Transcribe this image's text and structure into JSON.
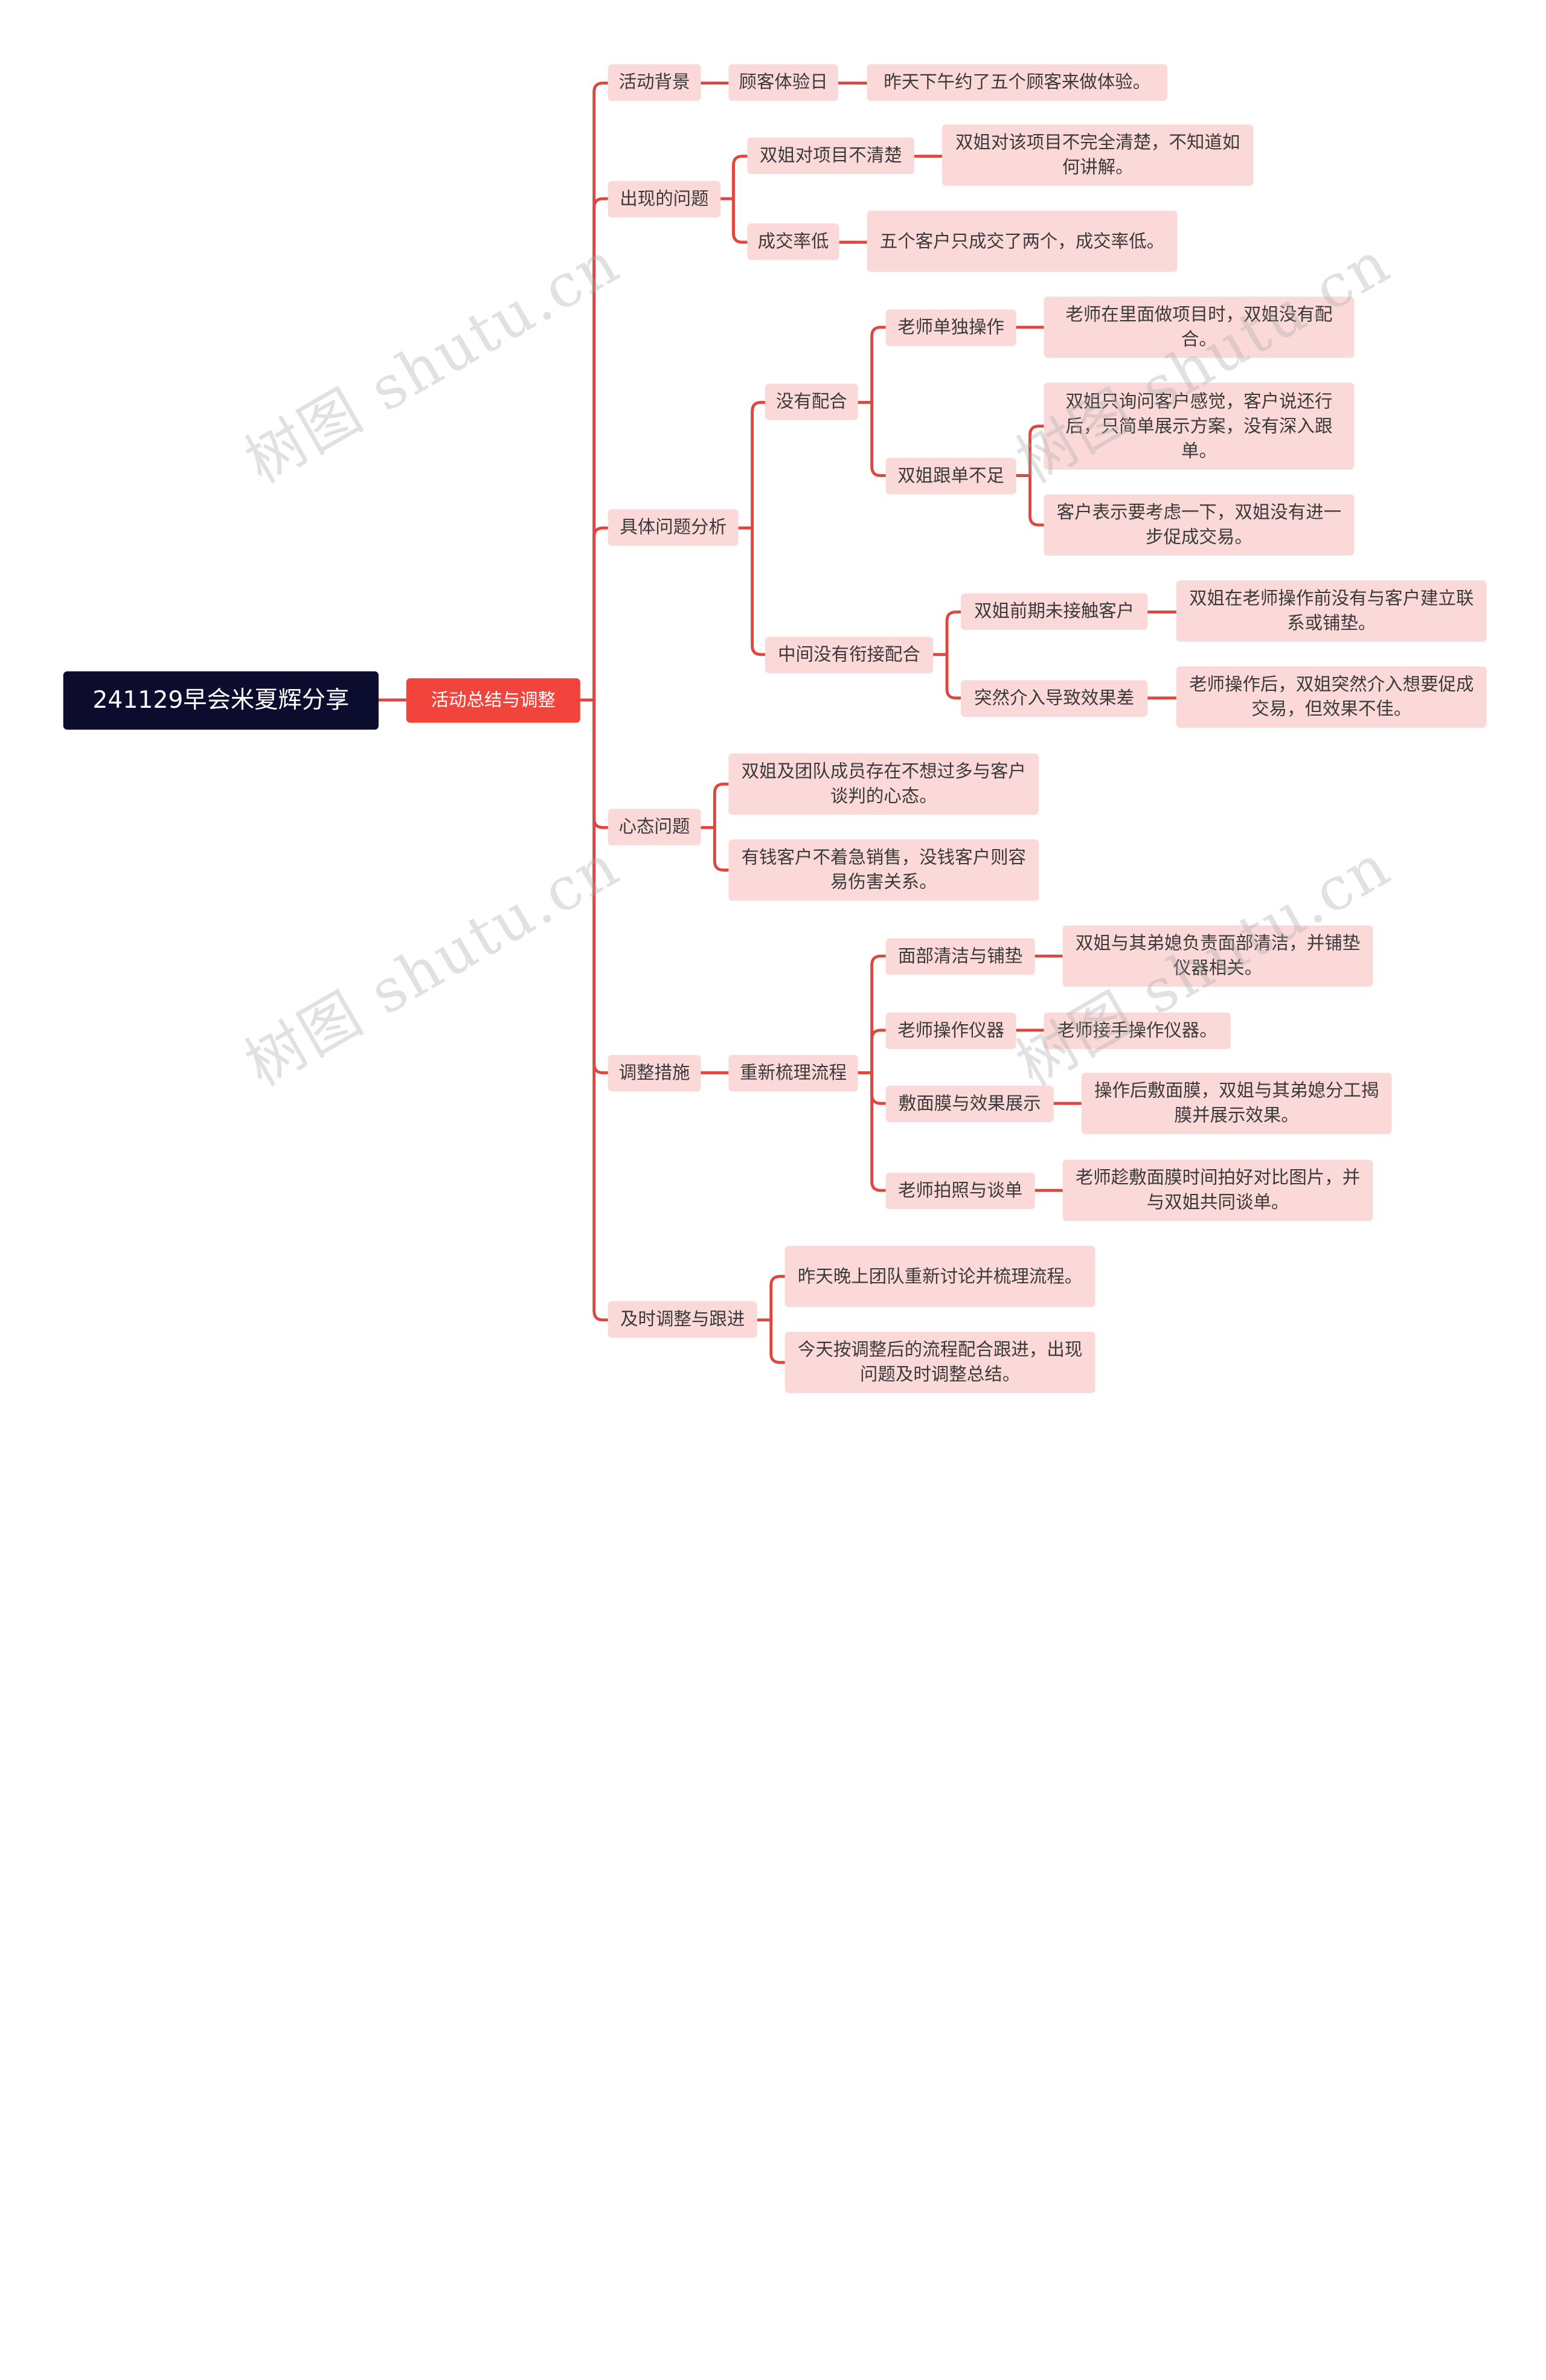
{
  "root": "241129早会米夏辉分享",
  "main_topic": "活动总结与调整",
  "branches": [
    {
      "label": "活动背景",
      "children": [
        {
          "label": "顾客体验日",
          "children": [
            {
              "label": "昨天下午约了五个顾客来做体验。"
            }
          ]
        }
      ]
    },
    {
      "label": "出现的问题",
      "children": [
        {
          "label": "双姐对项目不清楚",
          "children": [
            {
              "label": "双姐对该项目不完全清楚，不知道如何讲解。"
            }
          ]
        },
        {
          "label": "成交率低",
          "children": [
            {
              "label": "五个客户只成交了两个，成交率低。"
            }
          ]
        }
      ]
    },
    {
      "label": "具体问题分析",
      "children": [
        {
          "label": "没有配合",
          "children": [
            {
              "label": "老师单独操作",
              "children": [
                {
                  "label": "老师在里面做项目时，双姐没有配合。"
                }
              ]
            },
            {
              "label": "双姐跟单不足",
              "children": [
                {
                  "label": "双姐只询问客户感觉，客户说还行后，只简单展示方案，没有深入跟单。"
                },
                {
                  "label": "客户表示要考虑一下，双姐没有进一步促成交易。"
                }
              ]
            }
          ]
        },
        {
          "label": "中间没有衔接配合",
          "children": [
            {
              "label": "双姐前期未接触客户",
              "children": [
                {
                  "label": "双姐在老师操作前没有与客户建立联系或铺垫。"
                }
              ]
            },
            {
              "label": "突然介入导致效果差",
              "children": [
                {
                  "label": "老师操作后，双姐突然介入想要促成交易，但效果不佳。"
                }
              ]
            }
          ]
        }
      ]
    },
    {
      "label": "心态问题",
      "children": [
        {
          "label": "双姐及团队成员存在不想过多与客户谈判的心态。"
        },
        {
          "label": "有钱客户不着急销售，没钱客户则容易伤害关系。"
        }
      ]
    },
    {
      "label": "调整措施",
      "children": [
        {
          "label": "重新梳理流程",
          "children": [
            {
              "label": "面部清洁与铺垫",
              "children": [
                {
                  "label": "双姐与其弟媳负责面部清洁，并铺垫仪器相关。"
                }
              ]
            },
            {
              "label": "老师操作仪器",
              "children": [
                {
                  "label": "老师接手操作仪器。"
                }
              ]
            },
            {
              "label": "敷面膜与效果展示",
              "children": [
                {
                  "label": "操作后敷面膜，双姐与其弟媳分工揭膜并展示效果。"
                }
              ]
            },
            {
              "label": "老师拍照与谈单",
              "children": [
                {
                  "label": "老师趁敷面膜时间拍好对比图片，并与双姐共同谈单。"
                }
              ]
            }
          ]
        }
      ]
    },
    {
      "label": "及时调整与跟进",
      "children": [
        {
          "label": "昨天晚上团队重新讨论并梳理流程。"
        },
        {
          "label": "今天按调整后的流程配合跟进，出现问题及时调整总结。"
        }
      ]
    }
  ],
  "watermark": "树图 shutu.cn",
  "colors": {
    "root_bg": "#0c0c2e",
    "main_bg": "#f0443c",
    "node_bg": "#fcd9d9",
    "line": "#e0463e"
  }
}
